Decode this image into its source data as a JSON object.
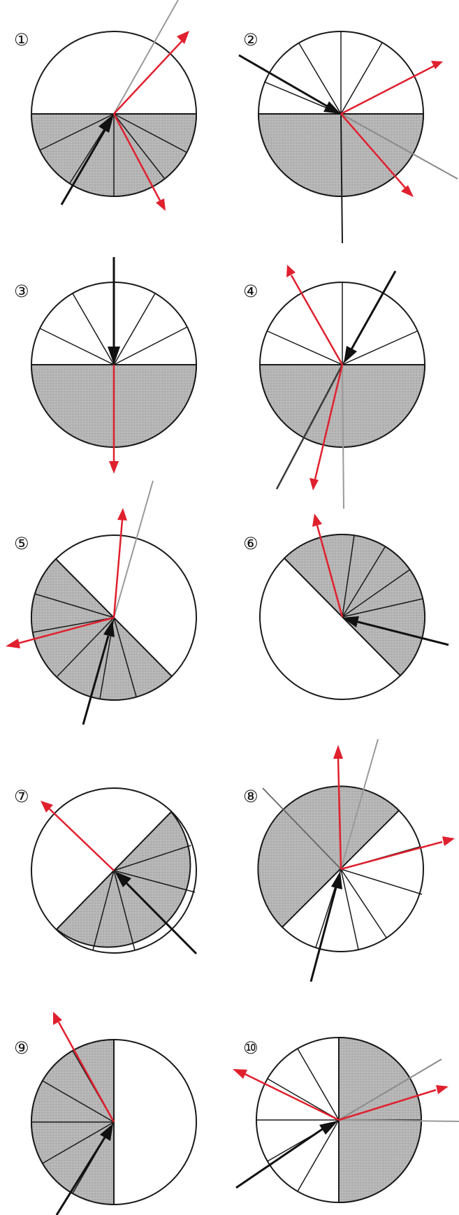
{
  "diagrams": [
    {
      "label": "①"
    },
    {
      "label": "②"
    },
    {
      "label": "③"
    },
    {
      "label": "④"
    },
    {
      "label": "⑤"
    },
    {
      "label": "⑥"
    },
    {
      "label": "⑦"
    },
    {
      "label": "⑧"
    },
    {
      "label": "⑨"
    },
    {
      "label": "⑩"
    }
  ],
  "colors": {
    "medium": "#b3b3b3",
    "outline": "#1a1a1a",
    "incident_ray": "#111111",
    "drawn_ray": "#e0202e",
    "pencil_line": "#9a9a9a"
  }
}
